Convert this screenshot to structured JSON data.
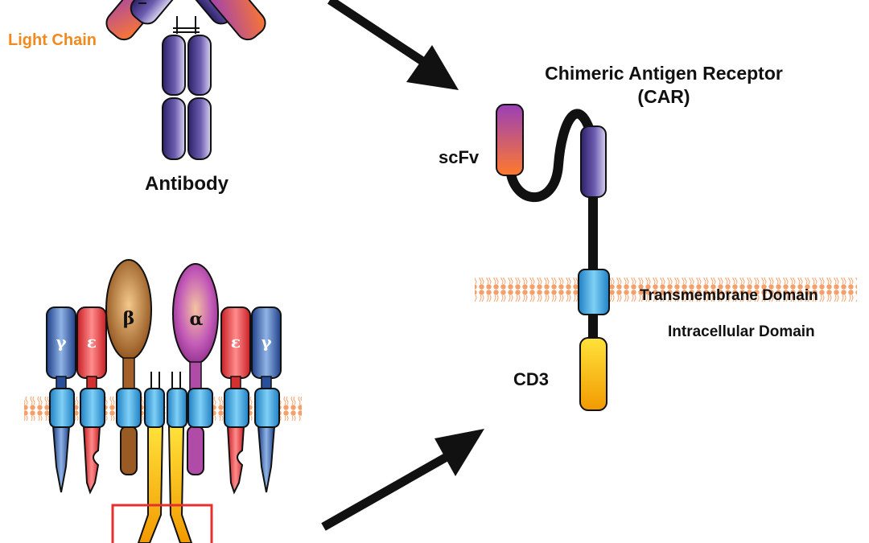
{
  "labels": {
    "light_chain": "Light Chain",
    "antibody": "Antibody",
    "car_title_line1": "Chimeric Antigen Receptor",
    "car_title_line2": "(CAR)",
    "scfv": "scFv",
    "transmembrane": "Transmembrane Domain",
    "intracellular": "Intracellular Domain",
    "cd3": "CD3"
  },
  "tcr_subunits": {
    "gamma": "γ",
    "epsilon": "ε",
    "beta": "β",
    "alpha": "α"
  },
  "colors": {
    "light_chain_text": "#f08a1c",
    "label_text": "#111111",
    "membrane": "#f5a06a",
    "arrow": "#111111",
    "highlight_box": "#e53030",
    "heavy_chain": "#5a4a9e",
    "blue_domain": "#3aa6e0",
    "cd3_zeta": "#f5c400"
  }
}
